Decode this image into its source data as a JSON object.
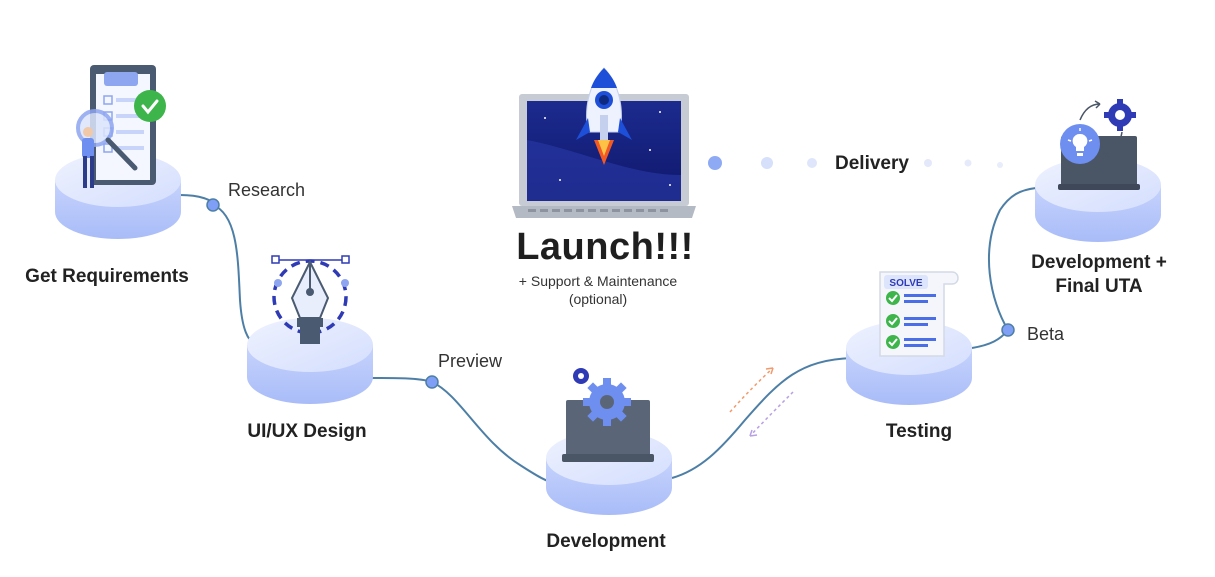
{
  "stages": {
    "requirements": "Get Requirements",
    "uiux": "UI/UX Design",
    "development": "Development",
    "testing": "Testing",
    "final_uta_line1": "Development +",
    "final_uta_line2": "Final UTA"
  },
  "connectors": {
    "research": "Research",
    "preview": "Preview",
    "beta": "Beta",
    "delivery": "Delivery"
  },
  "launch": {
    "title": "Launch!!!",
    "subtitle_line1": "+ Support & Maintenance",
    "subtitle_line2": "(optional)"
  },
  "badges": {
    "solve": "SOLVE"
  },
  "colors": {
    "platform_top": "#dfe7ff",
    "platform_side": "#b9c8fb",
    "curve": "#4d7fa6",
    "node": "#7f9ef6",
    "accent": "#2f3bb5",
    "check_green": "#3db54a"
  }
}
